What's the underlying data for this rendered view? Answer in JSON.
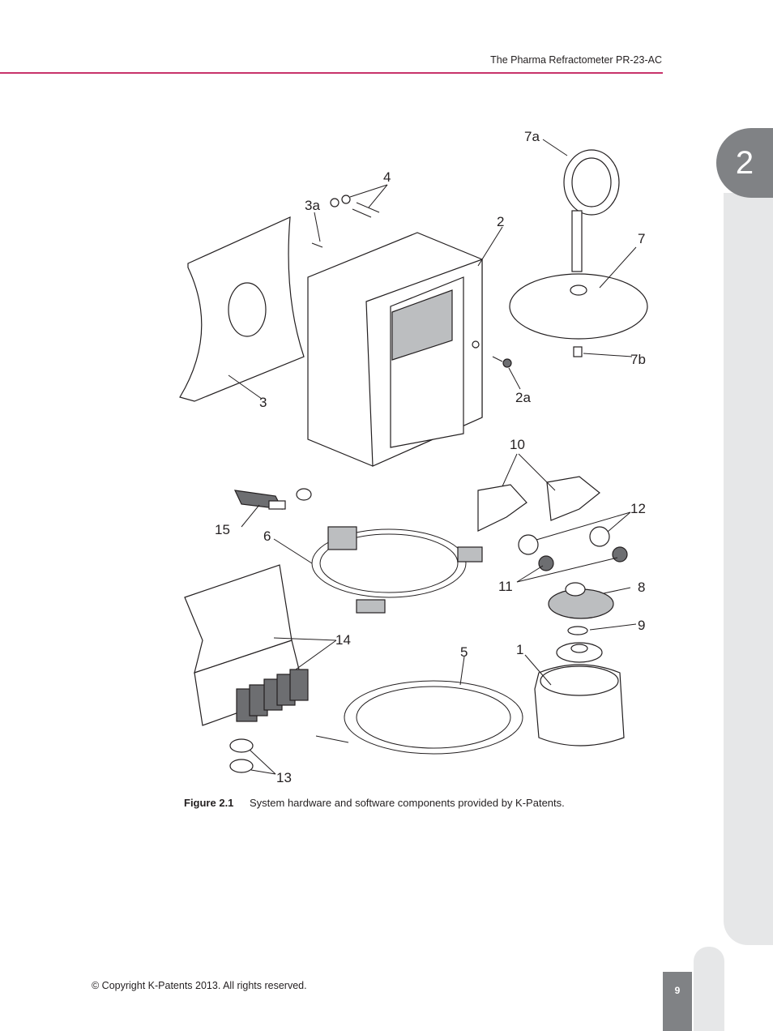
{
  "header": {
    "title": "The Pharma Refractometer PR-23-AC"
  },
  "chapter_tab": {
    "number": "2"
  },
  "figure": {
    "callouts": {
      "c1": "1",
      "c2": "2",
      "c2a": "2a",
      "c3": "3",
      "c3a": "3a",
      "c4": "4",
      "c5": "5",
      "c6": "6",
      "c7": "7",
      "c7a": "7a",
      "c7b": "7b",
      "c8": "8",
      "c9": "9",
      "c10": "10",
      "c11": "11",
      "c12": "12",
      "c13": "13",
      "c14": "14",
      "c15": "15"
    },
    "caption_label": "Figure 2.1",
    "caption_text": "System hardware and software components provided by K-Patents."
  },
  "footer": {
    "copyright": "© Copyright K-Patents 2013. All rights reserved.",
    "page_number": "9"
  },
  "colors": {
    "accent_rule": "#c8336b",
    "tab_dark": "#808285",
    "tab_light": "#e6e7e8"
  }
}
